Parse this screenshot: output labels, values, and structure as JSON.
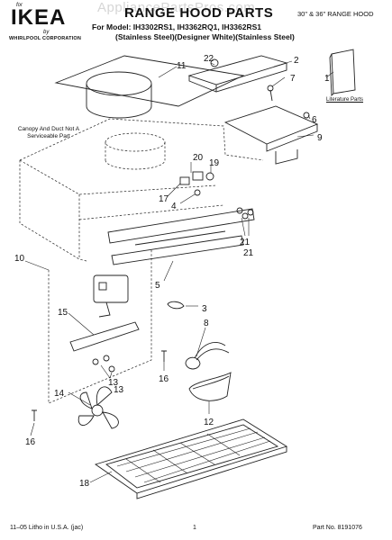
{
  "header": {
    "brand_prefix": "for",
    "brand": "IKEA",
    "brand_by": "by",
    "manufacturer": "WHIRLPOOL CORPORATION",
    "watermark": "AppliancePartsPros.com",
    "title": "RANGE HOOD PARTS",
    "hood_size": "30\" & 36\" RANGE HOOD",
    "models_line": "For Model: IH3302RS1, IH3362RQ1, IH3362RS1",
    "finishes_line": "(Stainless Steel)(Designer White)(Stainless Steel)"
  },
  "notes": {
    "canopy": "Canopy And Duct Not A Serviceable Part",
    "literature": "Literature Parts"
  },
  "part_numbers": [
    "1",
    "2",
    "3",
    "4",
    "5",
    "6",
    "7",
    "8",
    "9",
    "10",
    "11",
    "12",
    "13",
    "13",
    "14",
    "15",
    "16",
    "16",
    "17",
    "18",
    "19",
    "20",
    "21",
    "21",
    "22"
  ],
  "footer": {
    "print_info": "11–05 Litho in U.S.A. (jac)",
    "page": "1",
    "part_no": "Part No. 8191076"
  }
}
